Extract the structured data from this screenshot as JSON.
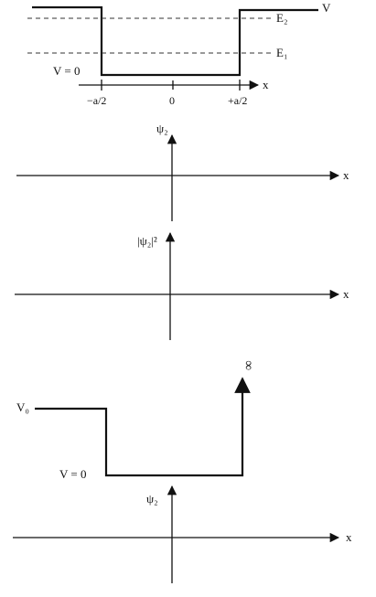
{
  "panel1": {
    "potential_label": "V",
    "energy_labels": [
      "E₂",
      "E₁"
    ],
    "floor_label": "V = 0",
    "axis_label": "x",
    "ticks": [
      "−a/2",
      "0",
      "+a/2"
    ]
  },
  "panel2": {
    "y_label": "ψ₂",
    "x_label": "x"
  },
  "panel3": {
    "y_label": "|ψ₂|²",
    "x_label": "x"
  },
  "panel4": {
    "left_label": "V₀",
    "floor_label": "V = 0",
    "right_label": "∞"
  },
  "panel5": {
    "y_label": "ψ₂",
    "x_label": "x"
  },
  "colors": {
    "ink": "#111111"
  }
}
